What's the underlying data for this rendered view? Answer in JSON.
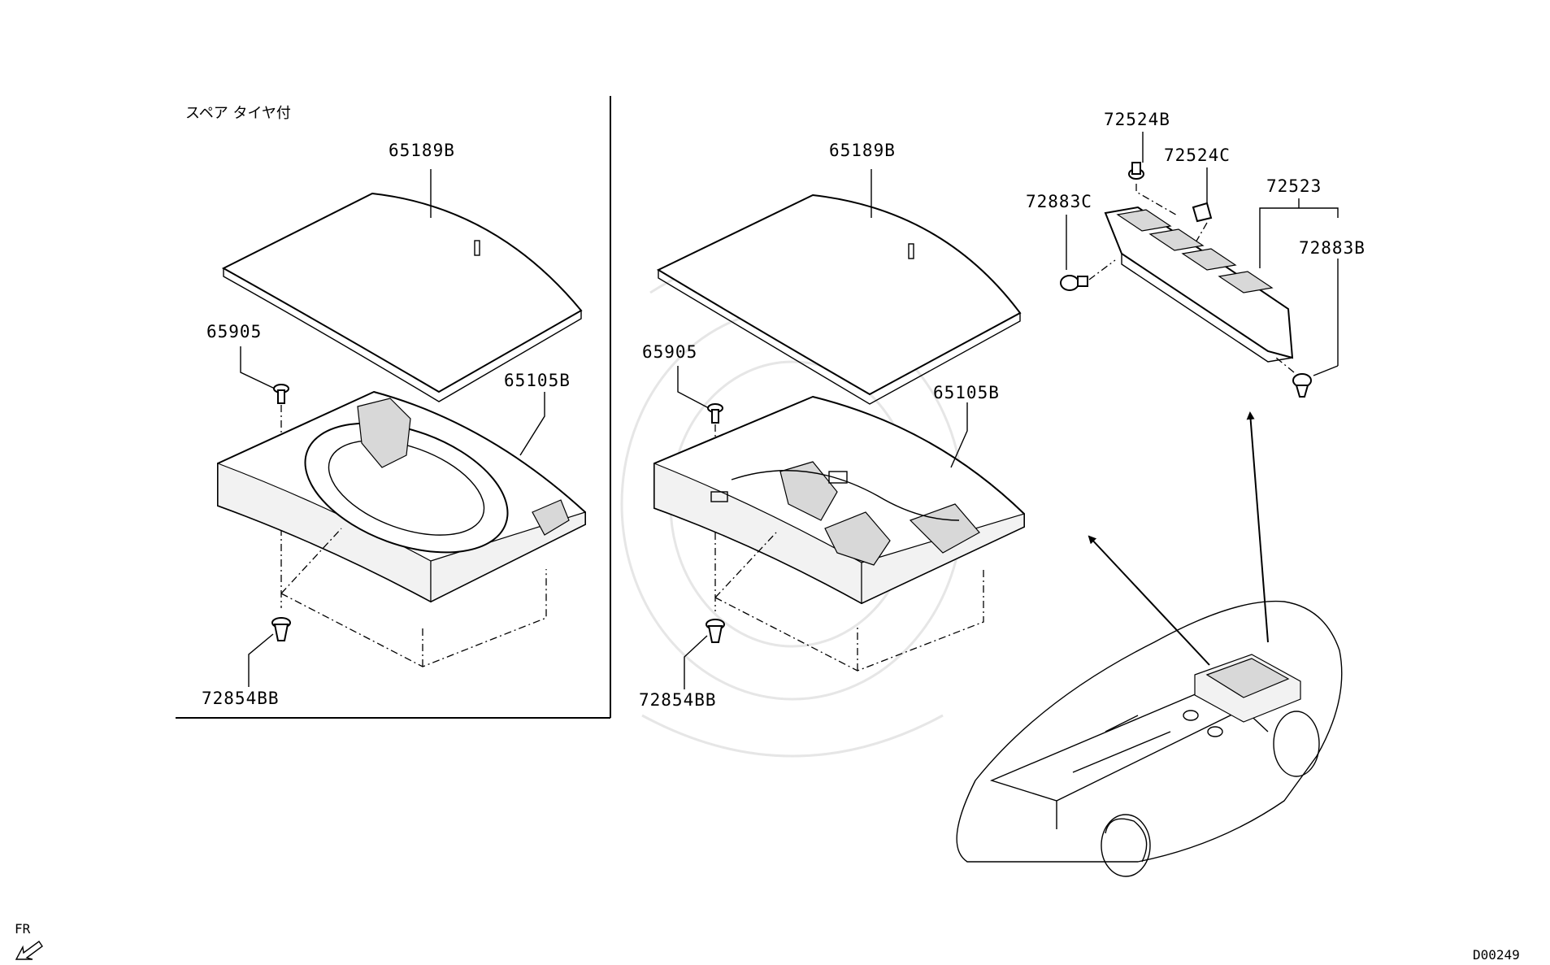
{
  "page": {
    "section_note": "スペア タイヤ付",
    "direction_label": "FR",
    "diagram_code": "D00249"
  },
  "left_group": {
    "cover": "65189B",
    "screw": "65905",
    "tray": "65105B",
    "clip": "72854BB"
  },
  "center_group": {
    "cover": "65189B",
    "screw": "65905",
    "tray": "65105B",
    "clip": "72854BB"
  },
  "right_group": {
    "pin_top": "72524B",
    "nut": "72524C",
    "clip_left": "72883C",
    "trim_panel": "72523",
    "clip_right": "72883B"
  },
  "icons": {
    "direction_arrow": "fr-arrow-icon",
    "callout_arrows": "callout-arrow-icon",
    "vehicle": "car-outline-icon"
  }
}
